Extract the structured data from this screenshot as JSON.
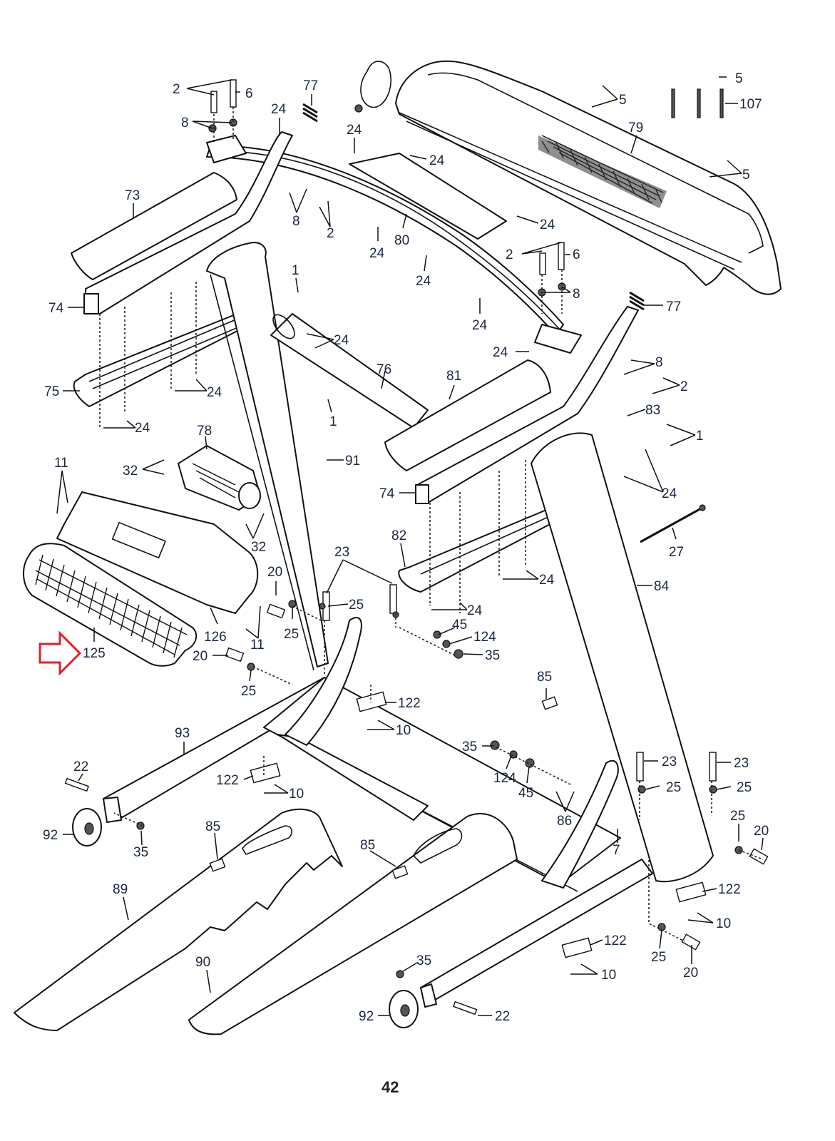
{
  "document": {
    "type": "exploded parts diagram",
    "page_number": "42",
    "highlighted_part": "125",
    "highlight_color": "#e0202a",
    "callout_color": "#1a2740"
  },
  "callouts": {
    "c2_top_left": "2",
    "c6_top_left": "6",
    "c8_top_left": "8",
    "c77_top": "77",
    "c24_a": "24",
    "c73": "73",
    "c8_mid": "8",
    "c2_mid": "2",
    "c24_b": "24",
    "c24_c": "24",
    "c80": "80",
    "c24_d": "24",
    "c24_e": "24",
    "c24_f": "24",
    "c24_g": "24",
    "c5_a": "5",
    "c5_b": "5",
    "c107": "107",
    "c79": "79",
    "c5_c": "5",
    "c2_right": "2",
    "c6_right": "6",
    "c8_right": "8",
    "c77_right": "77",
    "c74_top": "74",
    "c1_top": "1",
    "c24_h": "24",
    "c75": "75",
    "c24_i": "24",
    "c24_j": "24",
    "c76": "76",
    "c1_mid": "1",
    "c81": "81",
    "c24_k": "24",
    "c8_r2": "8",
    "c2_r2": "2",
    "c83": "83",
    "c1_right": "1",
    "c24_l": "24",
    "c78": "78",
    "c32_a": "32",
    "c32_b": "32",
    "c11_a": "11",
    "c91": "91",
    "c74_mid": "74",
    "c82": "82",
    "c27": "27",
    "c84": "84",
    "c24_m": "24",
    "c24_n": "24",
    "c23_mid": "23",
    "c20_a": "20",
    "c25_a": "25",
    "c25_b": "25",
    "c126": "126",
    "c11_b": "11",
    "c125": "125",
    "c20_b": "20",
    "c25_c": "25",
    "c45_a": "45",
    "c124_a": "124",
    "c35_a": "35",
    "c85_a": "85",
    "c122_a": "122",
    "c10_a": "10",
    "c93": "93",
    "c35_b": "35",
    "c124_b": "124",
    "c45_b": "45",
    "c23_r1": "23",
    "c23_r2": "23",
    "c25_d": "25",
    "c25_e": "25",
    "c22_a": "22",
    "c122_b": "122",
    "c10_b": "10",
    "c86": "86",
    "c25_f": "25",
    "c20_c": "20",
    "c92_a": "92",
    "c35_c": "35",
    "c85_b": "85",
    "c85_c": "85",
    "c7": "7",
    "c89": "89",
    "c122_c": "122",
    "c10_c": "10",
    "c122_d": "122",
    "c10_d": "10",
    "c25_g": "25",
    "c20_d": "20",
    "c90": "90",
    "c35_d": "35",
    "c92_b": "92",
    "c22_b": "22"
  }
}
